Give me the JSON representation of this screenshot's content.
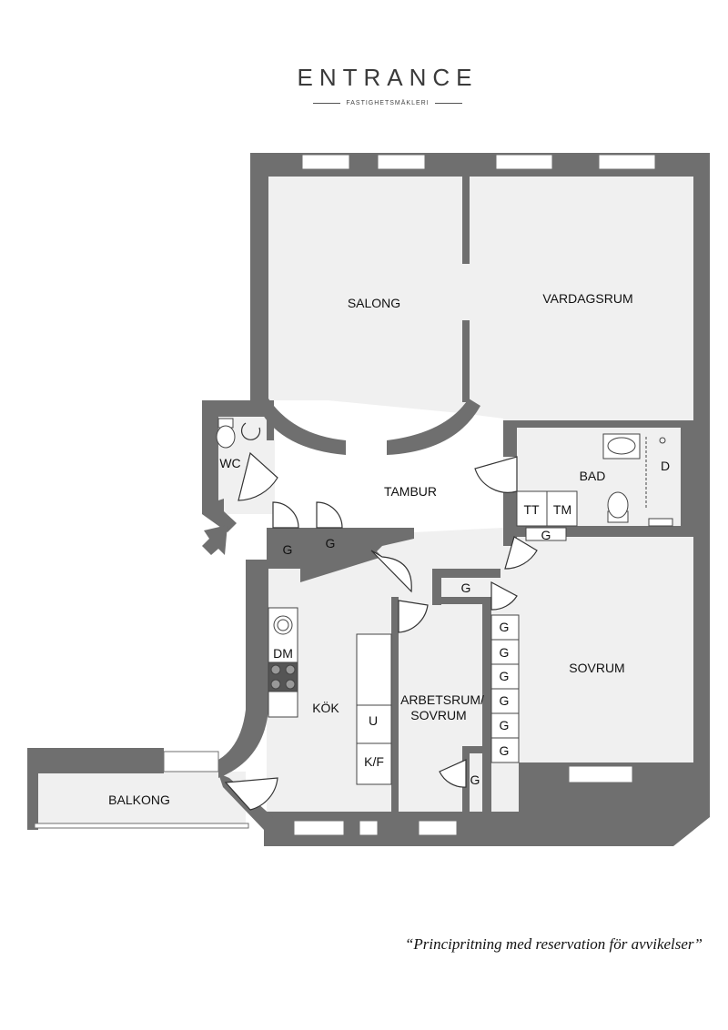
{
  "brand": {
    "name": "ENTRANCE",
    "tagline": "FASTIGHETSMÄKLERI"
  },
  "rooms": {
    "salong": "SALONG",
    "vardagsrum": "VARDAGSRUM",
    "wc": "WC",
    "tambur": "TAMBUR",
    "bad": "BAD",
    "sovrum": "SOVRUM",
    "kok": "KÖK",
    "arbetsrum_line1": "ARBETSRUM/",
    "arbetsrum_line2": "SOVRUM",
    "balkong": "BALKONG"
  },
  "fixtures": {
    "g": "G",
    "tt": "TT",
    "tm": "TM",
    "d": "D",
    "dm": "DM",
    "u": "U",
    "kf": "K/F"
  },
  "colors": {
    "wall": "#6f6f6f",
    "floor": "#f0f0f0",
    "window": "#ffffff"
  },
  "disclaimer": "“Principritning med reservation för avvikelser”"
}
